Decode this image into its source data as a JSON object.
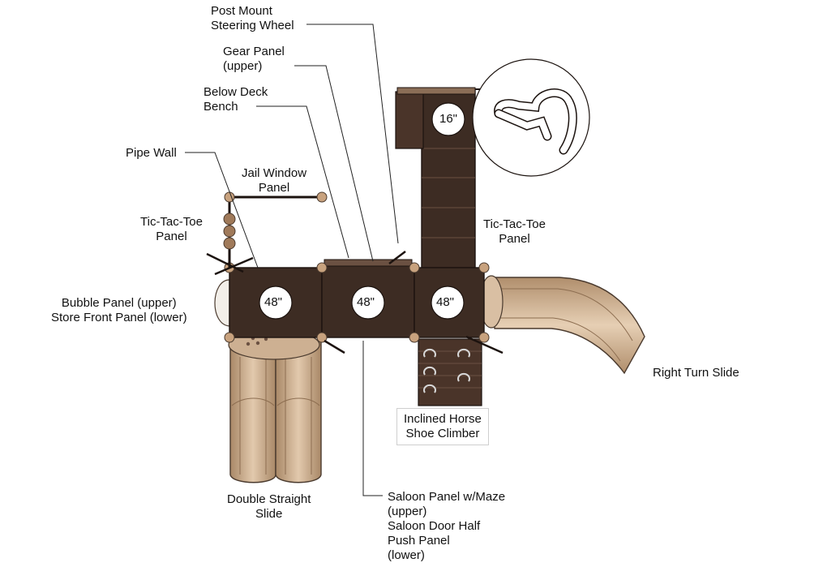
{
  "colors": {
    "deck": "#3b2a22",
    "deck_edge": "#1c130f",
    "tan": "#c9a888",
    "tan_dark": "#a78567",
    "post": "#c8a27e",
    "leader": "#222222"
  },
  "labels": {
    "post_mount": [
      "Post Mount",
      "Steering Wheel"
    ],
    "gear_panel": [
      "Gear Panel",
      "(upper)"
    ],
    "below_deck": [
      "Below Deck",
      "Bench"
    ],
    "pipe_wall": [
      "Pipe Wall"
    ],
    "jail_window": [
      "Jail Window",
      "Panel"
    ],
    "tic_tac_toe_left": [
      "Tic-Tac-Toe",
      "Panel"
    ],
    "tic_tac_toe_right": [
      "Tic-Tac-Toe",
      "Panel"
    ],
    "bubble_panel": [
      "Bubble Panel (upper)",
      "Store Front Panel (lower)"
    ],
    "right_turn_slide": [
      "Right Turn Slide"
    ],
    "inclined_climber": [
      "Inclined Horse",
      "Shoe Climber"
    ],
    "double_slide": [
      "Double Straight",
      "Slide"
    ],
    "saloon_panel": [
      "Saloon Panel w/Maze",
      "(upper)",
      "Saloon Door Half",
      "Push Panel",
      "(lower)"
    ]
  },
  "decks": {
    "deck_left": "48\"",
    "deck_center": "48\"",
    "deck_right": "48\"",
    "tower_top": "16\""
  }
}
